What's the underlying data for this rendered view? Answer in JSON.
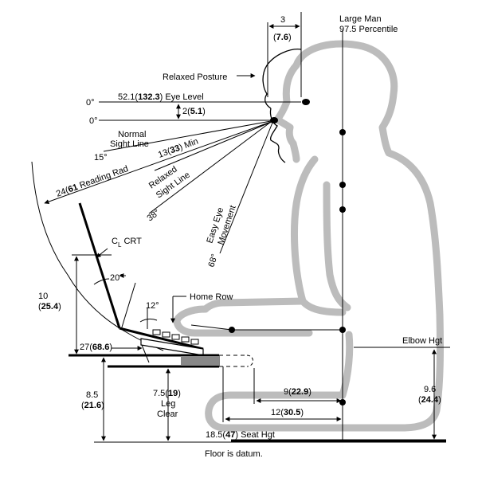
{
  "figure": {
    "large_man": "Large Man",
    "percentile": "97.5 Percentile",
    "relaxed_posture": "Relaxed Posture",
    "head_offset": {
      "value": "3",
      "metric": "7.6"
    },
    "eye_level": {
      "prefix": "52.1",
      "metric": "132.3",
      "suffix": " Eye Level",
      "angle": "0°"
    },
    "sight_drop": {
      "value": "2",
      "metric": "5.1",
      "angle": "0°"
    },
    "normal_sight_line": {
      "line1": "Normal",
      "line2": "Sight Line",
      "angle": "15°"
    },
    "min_distance": {
      "value": "13",
      "metric": "33",
      "suffix": " Min"
    },
    "relaxed_sight_line": {
      "line1": "Relaxed",
      "line2": "Sight Line",
      "angle": "38°"
    },
    "easy_eye_movement": {
      "line1": "Easy Eye",
      "line2": "Movement",
      "angle": "68°"
    },
    "reading_radius": {
      "value": "24",
      "metric": "61",
      "suffix": " Reading Rad"
    },
    "crt_label": {
      "symbol": "C",
      "sub": "L",
      "text": " CRT"
    },
    "screen_tilt": "20°",
    "keyboard_tilt": "12°",
    "home_row": "Home Row",
    "crt_height": {
      "value": "10",
      "metric": "25.4"
    },
    "surface_height": {
      "value": "27",
      "metric": "68.6"
    },
    "elbow_hgt": "Elbow Hgt",
    "leg_clear": {
      "value": "7.5",
      "metric": "19",
      "line1": "Leg",
      "line2": "Clear"
    },
    "under_surface": {
      "value": "8.5",
      "metric": "21.6"
    },
    "forearm_depth": {
      "value": "9",
      "metric": "22.9"
    },
    "seat_depth": {
      "value": "12",
      "metric": "30.5"
    },
    "elbow_height": {
      "value": "9.6",
      "metric": "24.4"
    },
    "seat_hgt": {
      "value": "18.5",
      "metric": "47",
      "suffix": " Seat Hgt"
    },
    "floor": "Floor is datum."
  }
}
